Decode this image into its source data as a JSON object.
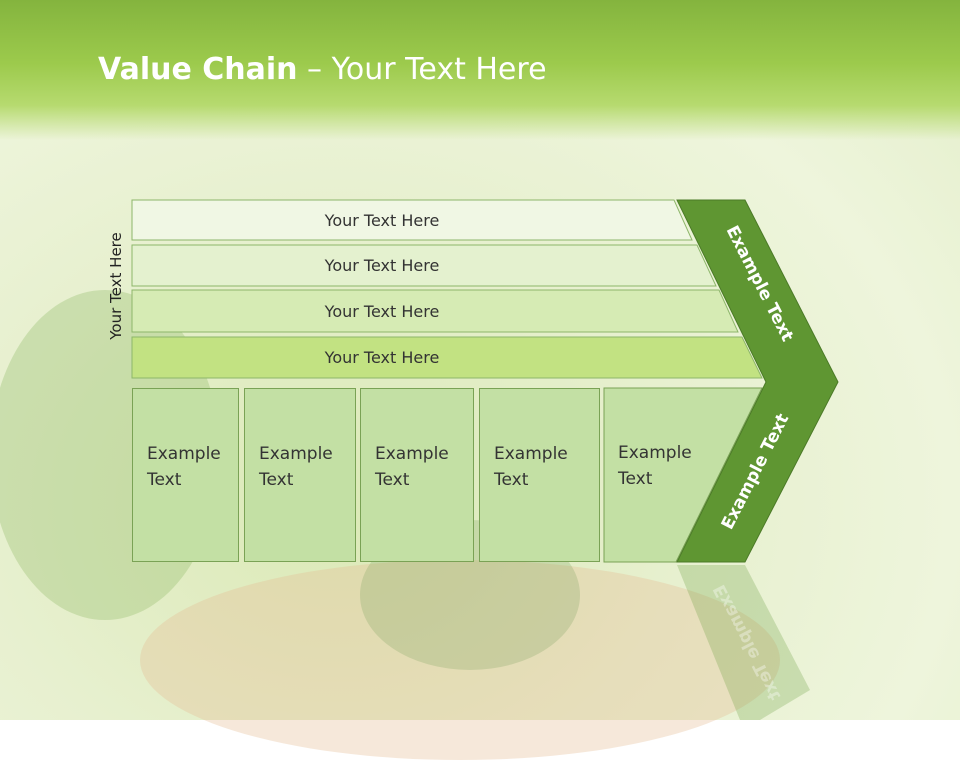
{
  "slide": {
    "title_bold": "Value Chain",
    "title_rest": " – Your Text Here",
    "side_label": "Your Text Here"
  },
  "bars": [
    {
      "label": "Your Text Here"
    },
    {
      "label": "Your Text Here"
    },
    {
      "label": "Your Text Here"
    },
    {
      "label": "Your Text Here"
    }
  ],
  "boxes": [
    {
      "line1": "Example",
      "line2": "Text"
    },
    {
      "line1": "Example",
      "line2": "Text"
    },
    {
      "line1": "Example",
      "line2": "Text"
    },
    {
      "line1": "Example",
      "line2": "Text"
    },
    {
      "line1": "Example",
      "line2": "Text"
    }
  ],
  "chevron": {
    "upper_label": "Example Text",
    "lower_label": "Example Text"
  },
  "colors": {
    "header": "#9cca4c",
    "chevron": "#5f9632",
    "box_fill": "#c3e0a4"
  }
}
